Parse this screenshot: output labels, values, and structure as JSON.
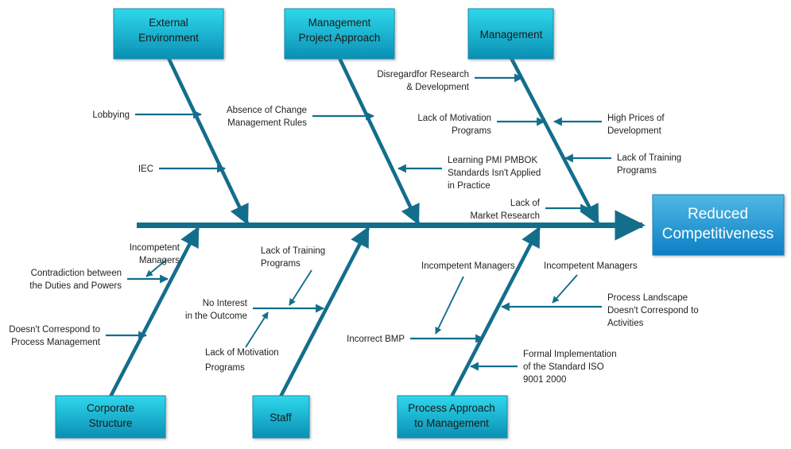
{
  "diagram": {
    "type": "fishbone-ishikawa",
    "title": "Reduced Competitiveness Fishbone Diagram",
    "colors": {
      "bone": "#136E8C",
      "box_gradient_top": "#2FD8EC",
      "box_gradient_bottom": "#0A8FB4",
      "effect_gradient_top": "#48B3E0",
      "effect_gradient_bottom": "#0E81C4",
      "box_border": "#1C8AA8",
      "text_dark": "#1a1a1a",
      "text_light": "#ffffff"
    }
  },
  "effect": {
    "line1": "Reduced",
    "line2": "Competitiveness"
  },
  "categories": {
    "external_environment": {
      "line1": "External",
      "line2": "Environment"
    },
    "management_project_approach": {
      "line1": "Management",
      "line2": "Project Approach"
    },
    "management": {
      "line1": "Management",
      "line2": ""
    },
    "corporate_structure": {
      "line1": "Corporate",
      "line2": "Structure"
    },
    "staff": {
      "line1": "Staff",
      "line2": ""
    },
    "process_approach": {
      "line1": "Process Approach",
      "line2": "to Management"
    }
  },
  "causes": {
    "lobbying": {
      "line1": "Lobbying",
      "line2": "",
      "line3": ""
    },
    "iec": {
      "line1": "IEC",
      "line2": "",
      "line3": ""
    },
    "absence_change_rules": {
      "line1": "Absence of Change",
      "line2": "Management Rules",
      "line3": ""
    },
    "learning_pmbok": {
      "line1": "Learning PMI PMBOK",
      "line2": "Standards Isn't Applied",
      "line3": "in Practice"
    },
    "disregard_rd": {
      "line1": "Disregardfor Research",
      "line2": "& Development",
      "line3": ""
    },
    "lack_motivation_mgmt": {
      "line1": "Lack of Motivation",
      "line2": "Programs",
      "line3": ""
    },
    "high_prices": {
      "line1": "High Prices of",
      "line2": "Development",
      "line3": ""
    },
    "lack_training_mgmt": {
      "line1": "Lack of Training",
      "line2": "Programs",
      "line3": ""
    },
    "lack_market_research": {
      "line1": "Lack of",
      "line2": "Market Research",
      "line3": ""
    },
    "incompetent_managers_corp": {
      "line1": "Incompetent",
      "line2": "Managers",
      "line3": ""
    },
    "contradiction_duties": {
      "line1": "Contradiction between",
      "line2": "the Duties and Powers",
      "line3": ""
    },
    "doesnt_correspond_pm": {
      "line1": "Doesn't Correspond to",
      "line2": "Process Management",
      "line3": ""
    },
    "lack_training_staff": {
      "line1": "Lack of Training",
      "line2": "Programs",
      "line3": ""
    },
    "no_interest_outcome": {
      "line1": "No Interest",
      "line2": "in the Outcome",
      "line3": ""
    },
    "lack_motivation_staff": {
      "line1": "Lack of Motivation",
      "line2": "Programs",
      "line3": ""
    },
    "incompetent_managers_proc_a": {
      "line1": "Incompetent Managers",
      "line2": "",
      "line3": ""
    },
    "incorrect_bmp": {
      "line1": "Incorrect BMP",
      "line2": "",
      "line3": ""
    },
    "incompetent_managers_proc_b": {
      "line1": "Incompetent Managers",
      "line2": "",
      "line3": ""
    },
    "process_landscape": {
      "line1": "Process Landscape",
      "line2": "Doesn't Correspond to",
      "line3": "Activities"
    },
    "formal_implementation_iso": {
      "line1": "Formal Implementation",
      "line2": "of the Standard ISO",
      "line3": "9001 2000"
    }
  }
}
